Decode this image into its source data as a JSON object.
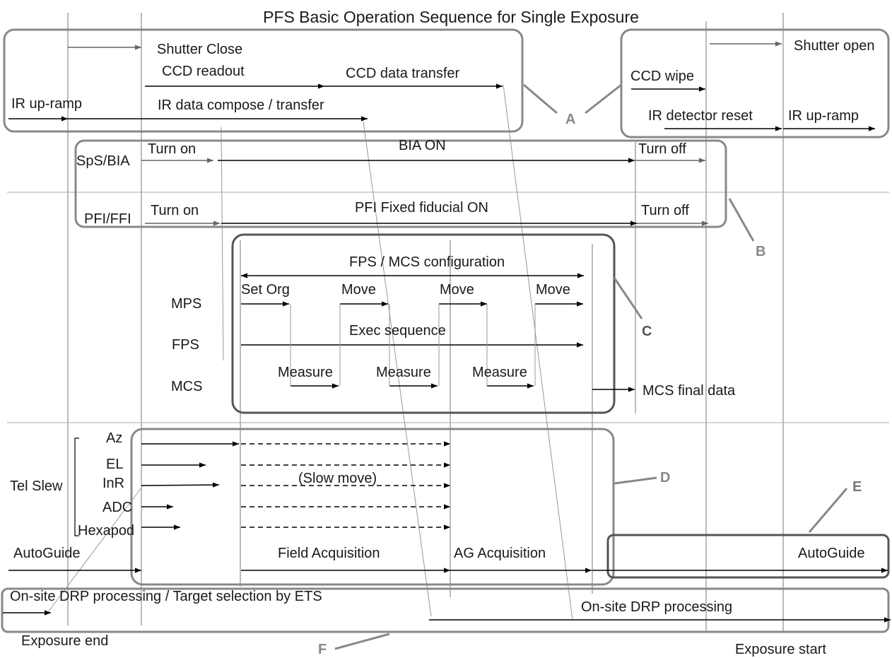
{
  "title": "PFS Basic Operation Sequence for Single Exposure",
  "groups": {
    "A": "A",
    "B": "B",
    "C": "C",
    "D": "D",
    "E": "E",
    "F": "F"
  },
  "shutter": {
    "close": "Shutter Close",
    "open": "Shutter open",
    "ccd_readout": "CCD readout",
    "ccd_data_transfer": "CCD data transfer",
    "ccd_wipe": "CCD wipe",
    "ir_up_ramp_left": "IR up-ramp",
    "ir_compose": "IR data compose / transfer",
    "ir_reset": "IR detector reset",
    "ir_up_ramp_right": "IR up-ramp"
  },
  "lamps": {
    "sps_label": "SpS/BIA",
    "bia_turn_on": "Turn on",
    "bia_on": "BIA ON",
    "bia_turn_off": "Turn off",
    "pfi_label": "PFI/FFI",
    "pfi_turn_on": "Turn on",
    "pfi_on": "PFI Fixed fiducial ON",
    "pfi_turn_off": "Turn off"
  },
  "config": {
    "fps_mcs": "FPS / MCS configuration",
    "mps_label": "MPS",
    "fps_label": "FPS",
    "mcs_label": "MCS",
    "set_org": "Set Org",
    "move1": "Move",
    "move2": "Move",
    "move3": "Move",
    "exec": "Exec sequence",
    "measure1": "Measure",
    "measure2": "Measure",
    "measure3": "Measure",
    "mcs_final": "MCS final data"
  },
  "tel": {
    "label": "Tel Slew",
    "az": "Az",
    "el": "EL",
    "inr": "InR",
    "adc": "ADC",
    "hexapod": "Hexapod",
    "slow_move": "(Slow move)"
  },
  "guide": {
    "autoguide_left": "AutoGuide",
    "field_acq": "Field Acquisition",
    "ag_acq": "AG Acquisition",
    "autoguide_right": "AutoGuide"
  },
  "drp": {
    "left": "On-site DRP processing / Target selection by ETS",
    "right": "On-site DRP processing"
  },
  "footer": {
    "exposure_end": "Exposure end",
    "exposure_start": "Exposure start"
  }
}
